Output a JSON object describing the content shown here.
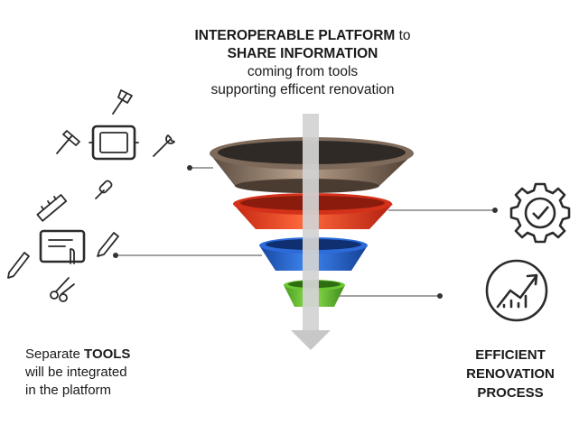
{
  "title": {
    "line1_bold": "INTEROPERABLE PLATFORM",
    "line1_rest": " to",
    "line2_bold": "SHARE INFORMATION",
    "line3": "coming from tools",
    "line4": "supporting efficent renovation"
  },
  "left_caption": {
    "line1_pre": "Separate ",
    "line1_bold": "TOOLS",
    "line2": "will be integrated",
    "line3": "in the platform"
  },
  "right_caption": {
    "line1": "EFFICIENT",
    "line2": "RENOVATION",
    "line3": "PROCESS"
  },
  "funnel_colors": {
    "top": "#6e5a4c",
    "second": "#e8391d",
    "third": "#1f5fd6",
    "bottom": "#6ac734",
    "arrow": "#cfcfcf"
  },
  "tool_icons": [
    "axe-icon",
    "hammer-icon",
    "tablet-icon",
    "wrench-icon",
    "screwdriver-icon",
    "ruler-icon",
    "touchscreen-icon",
    "pencil-icon",
    "pen-icon",
    "scissors-icon"
  ],
  "result_icons": [
    "gear-check-icon",
    "growth-chart-icon"
  ]
}
